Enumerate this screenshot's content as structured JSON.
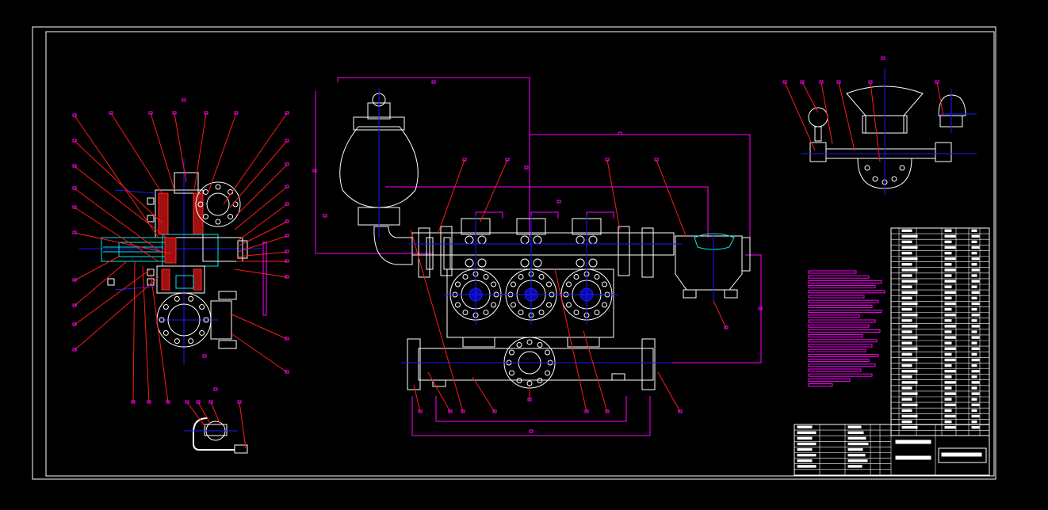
{
  "drawing": {
    "type": "CAD engineering drawing",
    "background": "#000000",
    "colors": {
      "frame": "#ffffff",
      "outline": "#ffffff",
      "centerline": "#1a1aff",
      "leader": "#ff1a1a",
      "dimension": "#ff00ff",
      "section": "#00e5e5",
      "hatch": "#ff2a2a",
      "table": "#ffffff",
      "notes": "#ff00ff"
    },
    "views": [
      {
        "name": "cross-section-view"
      },
      {
        "name": "front-assembly-view"
      },
      {
        "name": "top-detail-view"
      },
      {
        "name": "small-detail-view"
      },
      {
        "name": "technical-notes"
      },
      {
        "name": "parts-list-table"
      },
      {
        "name": "title-block"
      }
    ]
  }
}
